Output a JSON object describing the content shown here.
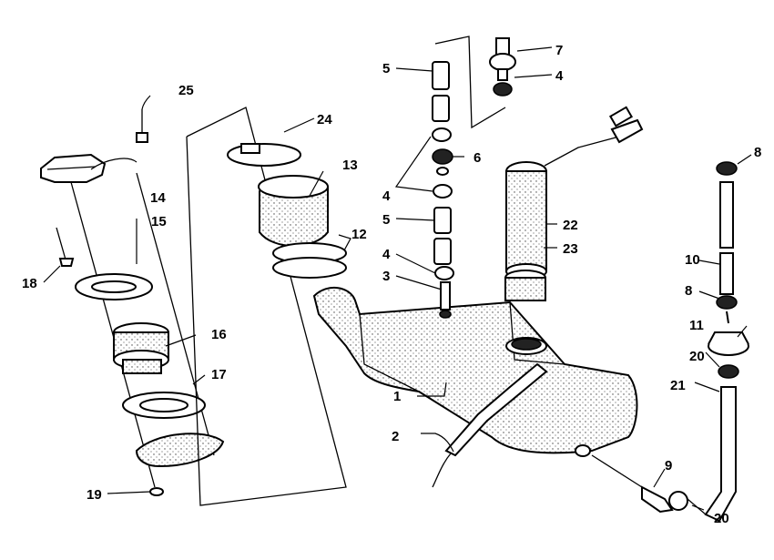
{
  "diagram": {
    "callouts": [
      {
        "id": "c1",
        "text": "1"
      },
      {
        "id": "c2",
        "text": "2"
      },
      {
        "id": "c3",
        "text": "3"
      },
      {
        "id": "c4a",
        "text": "4"
      },
      {
        "id": "c4b",
        "text": "4"
      },
      {
        "id": "c4c",
        "text": "4"
      },
      {
        "id": "c5a",
        "text": "5"
      },
      {
        "id": "c5b",
        "text": "5"
      },
      {
        "id": "c6",
        "text": "6"
      },
      {
        "id": "c7",
        "text": "7"
      },
      {
        "id": "c8a",
        "text": "8"
      },
      {
        "id": "c8b",
        "text": "8"
      },
      {
        "id": "c9",
        "text": "9"
      },
      {
        "id": "c10",
        "text": "10"
      },
      {
        "id": "c11",
        "text": "11"
      },
      {
        "id": "c12",
        "text": "12"
      },
      {
        "id": "c13",
        "text": "13"
      },
      {
        "id": "c14",
        "text": "14"
      },
      {
        "id": "c15",
        "text": "15"
      },
      {
        "id": "c16",
        "text": "16"
      },
      {
        "id": "c17",
        "text": "17"
      },
      {
        "id": "c18",
        "text": "18"
      },
      {
        "id": "c19",
        "text": "19"
      },
      {
        "id": "c20a",
        "text": "20"
      },
      {
        "id": "c20b",
        "text": "20"
      },
      {
        "id": "c21",
        "text": "21"
      },
      {
        "id": "c22",
        "text": "22"
      },
      {
        "id": "c23",
        "text": "23"
      },
      {
        "id": "c24",
        "text": "24"
      },
      {
        "id": "c25",
        "text": "25"
      }
    ]
  }
}
